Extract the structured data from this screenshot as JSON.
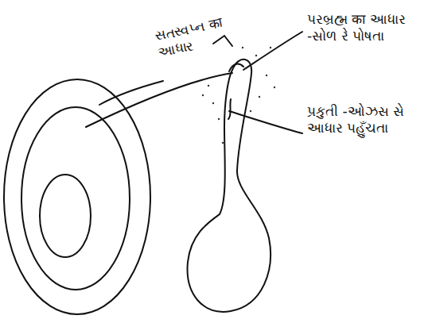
{
  "diagram": {
    "labels": [
      "સતસ્વપ્ન का આધાર",
      "પરબ્રહ્મ का આધાર -સોળ રે પોષતા",
      "પ્રકુતી -ઓઝસ સે આધાર પહુઁચતા"
    ]
  }
}
